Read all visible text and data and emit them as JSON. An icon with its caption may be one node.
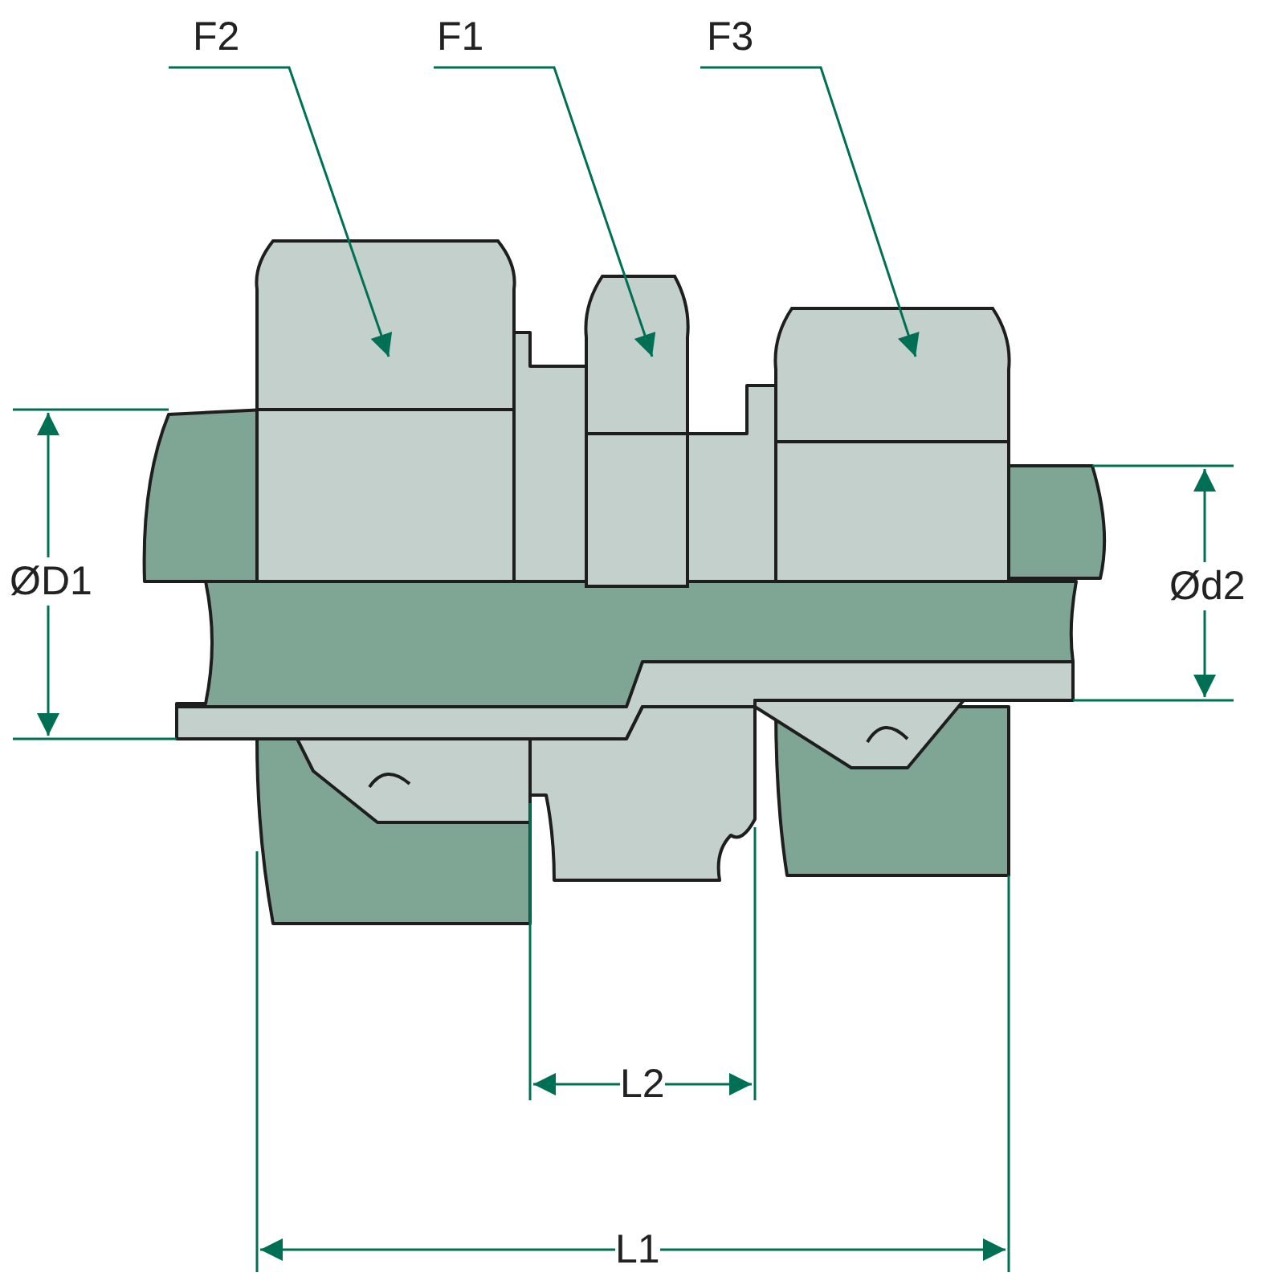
{
  "diagram": {
    "nodes": [
      {
        "text": [
          "F2"
        ]
      },
      {
        "text": [
          "F1"
        ]
      },
      {
        "text": [
          "F3"
        ]
      },
      {
        "text": [],
        "shape": "picture"
      },
      {
        "text": [],
        "shape": "picture"
      },
      {
        "text": [],
        "shape": "picture"
      }
    ],
    "edges": [
      {
        "from": 0,
        "to": 3,
        "arrow": "to"
      },
      {
        "from": 1,
        "to": 4,
        "arrow": "to"
      },
      {
        "from": 2,
        "to": 5,
        "arrow": "to"
      }
    ],
    "labels": [
      "ØD1",
      "Ød2",
      "L2",
      "L1"
    ]
  }
}
